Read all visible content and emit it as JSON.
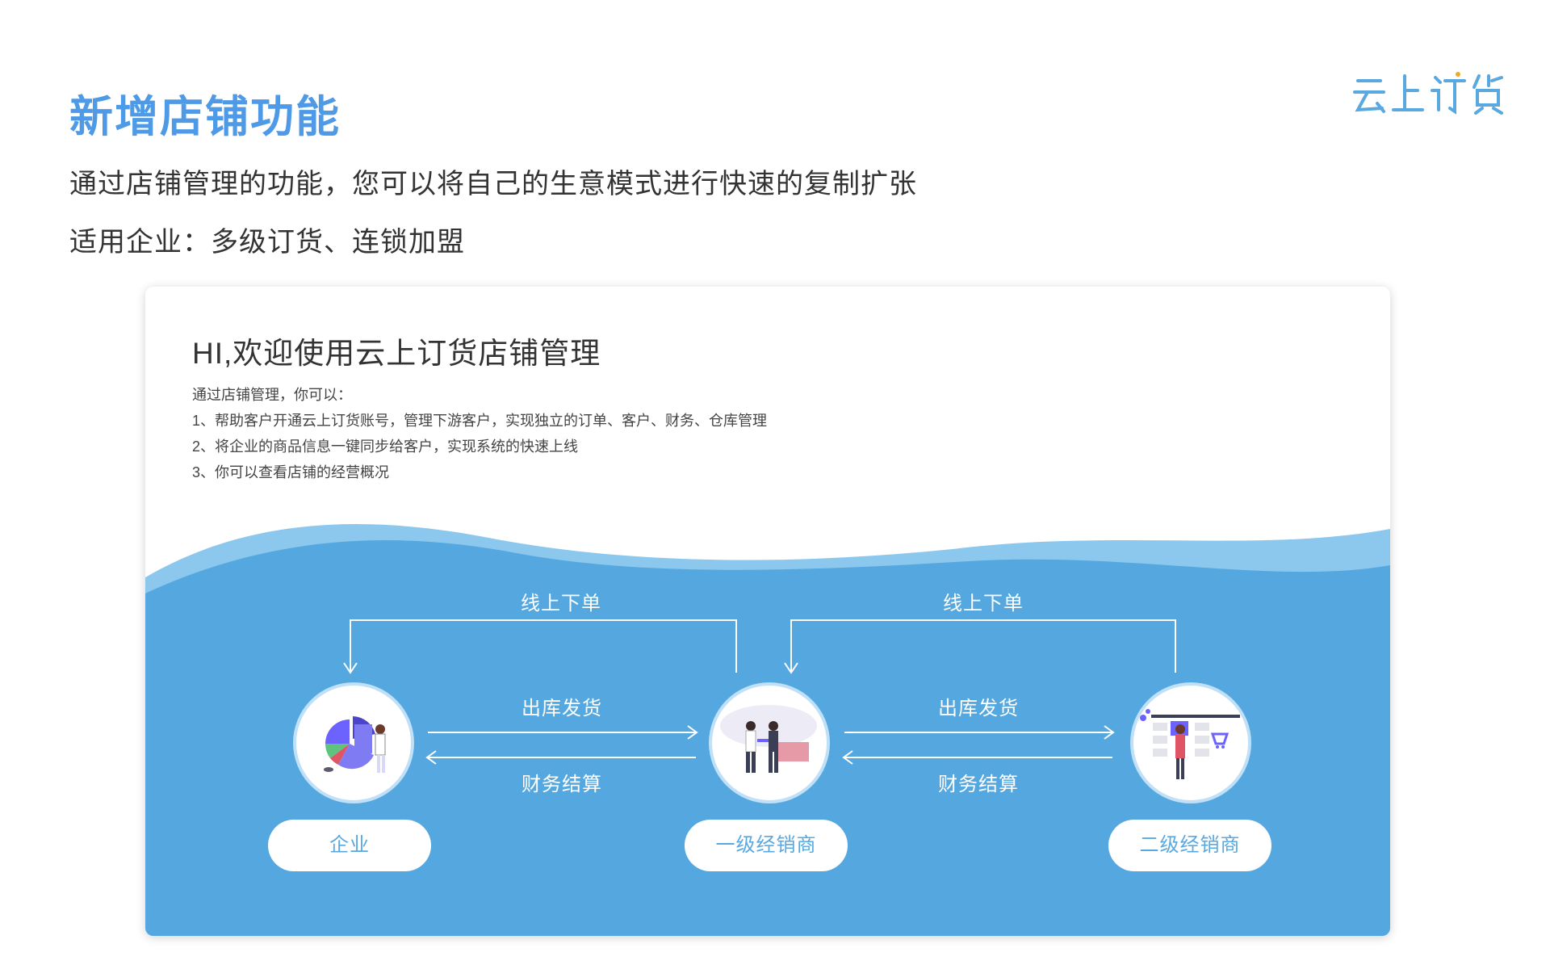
{
  "page": {
    "title": "新增店铺功能",
    "subtitle_line1": "通过店铺管理的功能，您可以将自己的生意模式进行快速的复制扩张",
    "subtitle_line2": "适用企业：多级订货、连锁加盟",
    "logo_text": "云上订货"
  },
  "card": {
    "heading": "HI,欢迎使用云上订货店铺管理",
    "intro": "通过店铺管理，你可以：",
    "points": [
      "1、帮助客户开通云上订货账号，管理下游客户，实现独立的订单、客户、财务、仓库管理",
      "2、将企业的商品信息一键同步给客户，实现系统的快速上线",
      "3、你可以查看店铺的经营概况"
    ]
  },
  "diagram": {
    "nodes": [
      {
        "label": "企业",
        "icon": "pie-chart-person-icon"
      },
      {
        "label": "一级经销商",
        "icon": "handshake-people-icon"
      },
      {
        "label": "二级经销商",
        "icon": "shopping-person-icon"
      }
    ],
    "flows": {
      "left_top": "线上下单",
      "right_top": "线上下单",
      "left_forward": "出库发货",
      "left_back": "财务结算",
      "right_forward": "出库发货",
      "right_back": "财务结算"
    }
  },
  "colors": {
    "title": "#4f9ae6",
    "wave_blue": "#55a8df",
    "wave_light": "#8cc8ee",
    "pill_text": "#5aa8e0"
  }
}
